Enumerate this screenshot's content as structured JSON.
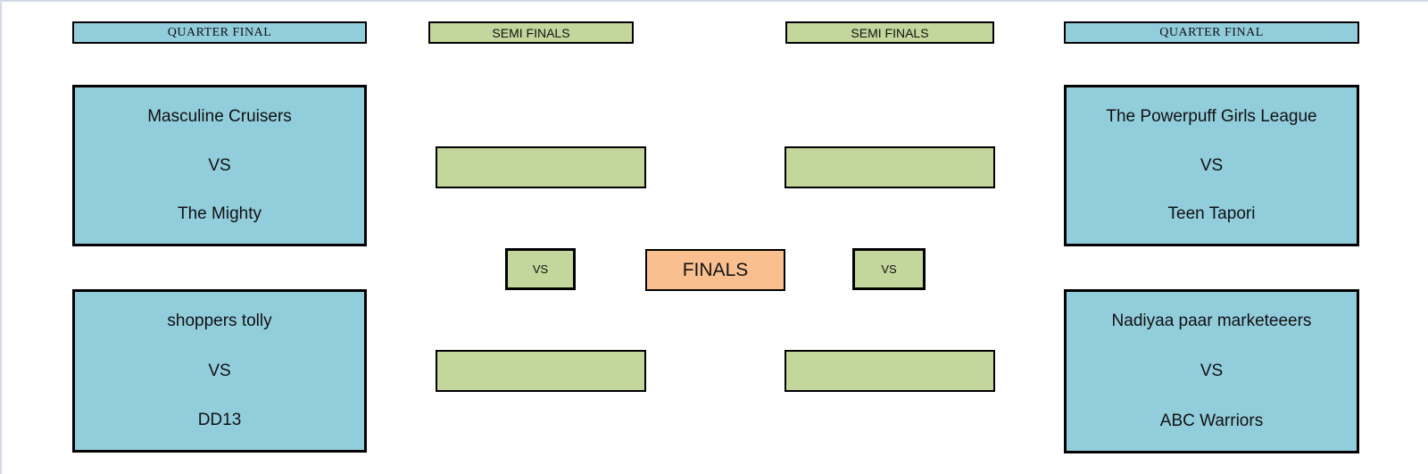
{
  "title": "Tournament Bracket",
  "colors": {
    "quarter_final_fill": "#92cddc",
    "semi_final_fill": "#c3d69b",
    "finals_fill": "#fabf8f",
    "box_border": "#000000",
    "page_edge": "#d3d9e6"
  },
  "headers": {
    "qf_left": "QUARTER FINAL",
    "sf_left": "SEMI FINALS",
    "sf_right": "SEMI FINALS",
    "qf_right": "QUARTER FINAL"
  },
  "quarter_finals": [
    {
      "team1": "Masculine Cruisers",
      "separator": "VS",
      "team2": "The Mighty"
    },
    {
      "team1": "shoppers tolly",
      "separator": "VS",
      "team2": "DD13"
    },
    {
      "team1": "The Powerpuff Girls League",
      "separator": "VS",
      "team2": "Teen Tapori"
    },
    {
      "team1": "Nadiyaa paar marketeeers",
      "separator": "VS",
      "team2": "ABC Warriors"
    }
  ],
  "semi_finals": {
    "vs_left": "VS",
    "vs_right": "VS",
    "slots": [
      "",
      "",
      "",
      ""
    ]
  },
  "finals": {
    "label": "FINALS"
  }
}
